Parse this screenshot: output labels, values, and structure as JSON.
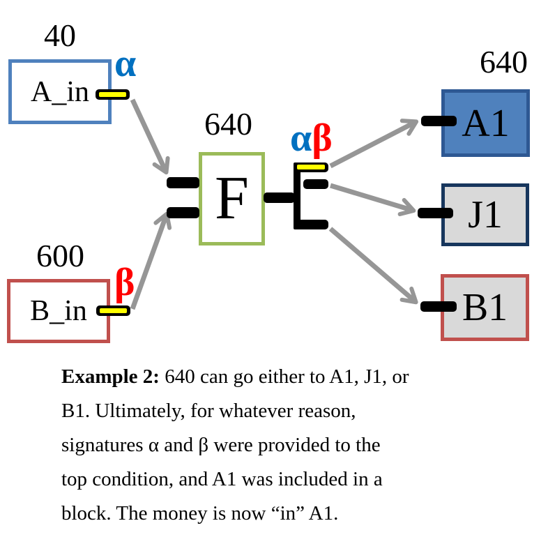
{
  "diagram": {
    "a_in": {
      "value": "40",
      "label": "A_in",
      "signature": "α"
    },
    "b_in": {
      "value": "600",
      "label": "B_in",
      "signature": "β"
    },
    "f": {
      "value": "640",
      "label": "F"
    },
    "fork_signatures": {
      "alpha": "α",
      "beta": "β"
    },
    "outputs": {
      "value": "640",
      "a1": "A1",
      "j1": "J1",
      "b1": "B1"
    }
  },
  "caption": {
    "lead": "Example 2:",
    "line1_rest": " 640 can go either to A1, J1, or",
    "lines": [
      "B1. Ultimately, for whatever reason,",
      "signatures α and β were provided to the",
      "top condition, and A1 was included in a",
      "block. The money is now “in” A1."
    ]
  },
  "colors": {
    "a_in_border": "#4F81BD",
    "b_in_border": "#C0504D",
    "f_border": "#9BBB59",
    "a1_fill": "#4F81BD",
    "a1_border": "#2E5893",
    "j1_fill": "#D9D9D9",
    "j1_border": "#17365D",
    "b1_fill": "#D9D9D9",
    "b1_border": "#C0504D",
    "signature_alpha": "#0070C0",
    "signature_beta": "#FF0000",
    "highlight": "#FFFF00",
    "connector": "#000000",
    "arrow": "#969696"
  }
}
